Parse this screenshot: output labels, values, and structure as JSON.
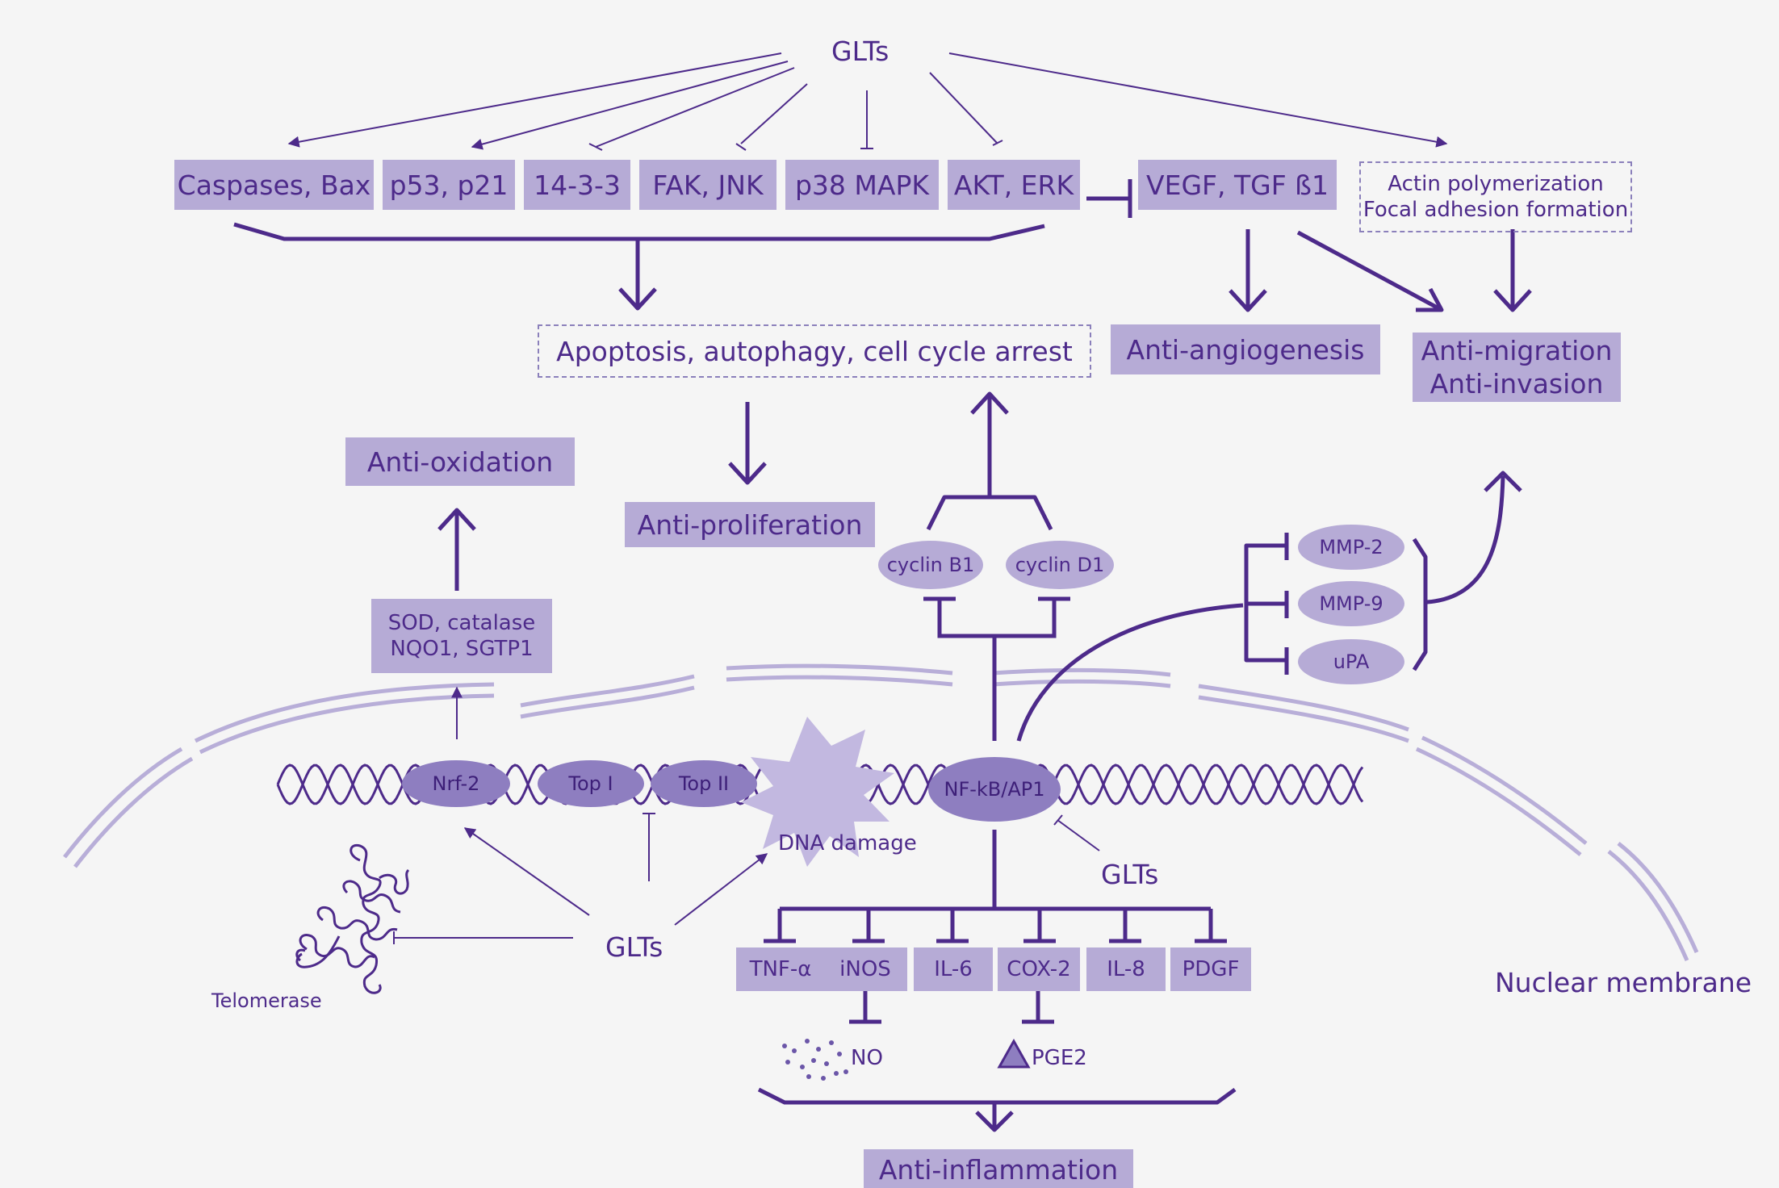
{
  "glts_label": "GLTs",
  "targets": {
    "caspases": "Caspases, Bax",
    "p53": "p53, p21",
    "p1433": "14-3-3",
    "fak": "FAK, JNK",
    "p38": "p38 MAPK",
    "akt": "AKT, ERK",
    "vegf": "VEGF, TGF ß1",
    "actin_line1": "Actin polymerization",
    "actin_line2": "Focal adhesion formation"
  },
  "outcomes": {
    "apoptosis": "Apoptosis, autophagy, cell cycle arrest",
    "anti_angiogenesis": "Anti-angiogenesis",
    "anti_migration": "Anti-migration",
    "anti_invasion": "Anti-invasion",
    "anti_proliferation": "Anti-proliferation",
    "anti_oxidation": "Anti-oxidation",
    "anti_inflammation": "Anti-inflammation"
  },
  "enzymes": {
    "line1": "SOD, catalase",
    "line2": "NQO1, SGTP1"
  },
  "cyclins": {
    "b1": "cyclin B1",
    "d1": "cyclin D1"
  },
  "mmps": {
    "mmp2": "MMP-2",
    "mmp9": "MMP-9",
    "upa": "uPA"
  },
  "dna_factors": {
    "nrf2": "Nrf-2",
    "top1": "Top I",
    "top2": "Top II",
    "nfkb": "NF-kB/AP1"
  },
  "dna_damage": "DNA damage",
  "telomerase": "Telomerase",
  "cytokines": [
    "TNF-α",
    "iNOS",
    "IL-6",
    "COX-2",
    "IL-8",
    "PDGF"
  ],
  "no_label": "NO",
  "pge2_label": "PGE2",
  "nuclear_membrane": "Nuclear membrane",
  "colors": {
    "primary": "#4d2a8a",
    "box": "#b6abd6",
    "membrane": "#b8aed8",
    "background": "#f5f5f5"
  }
}
